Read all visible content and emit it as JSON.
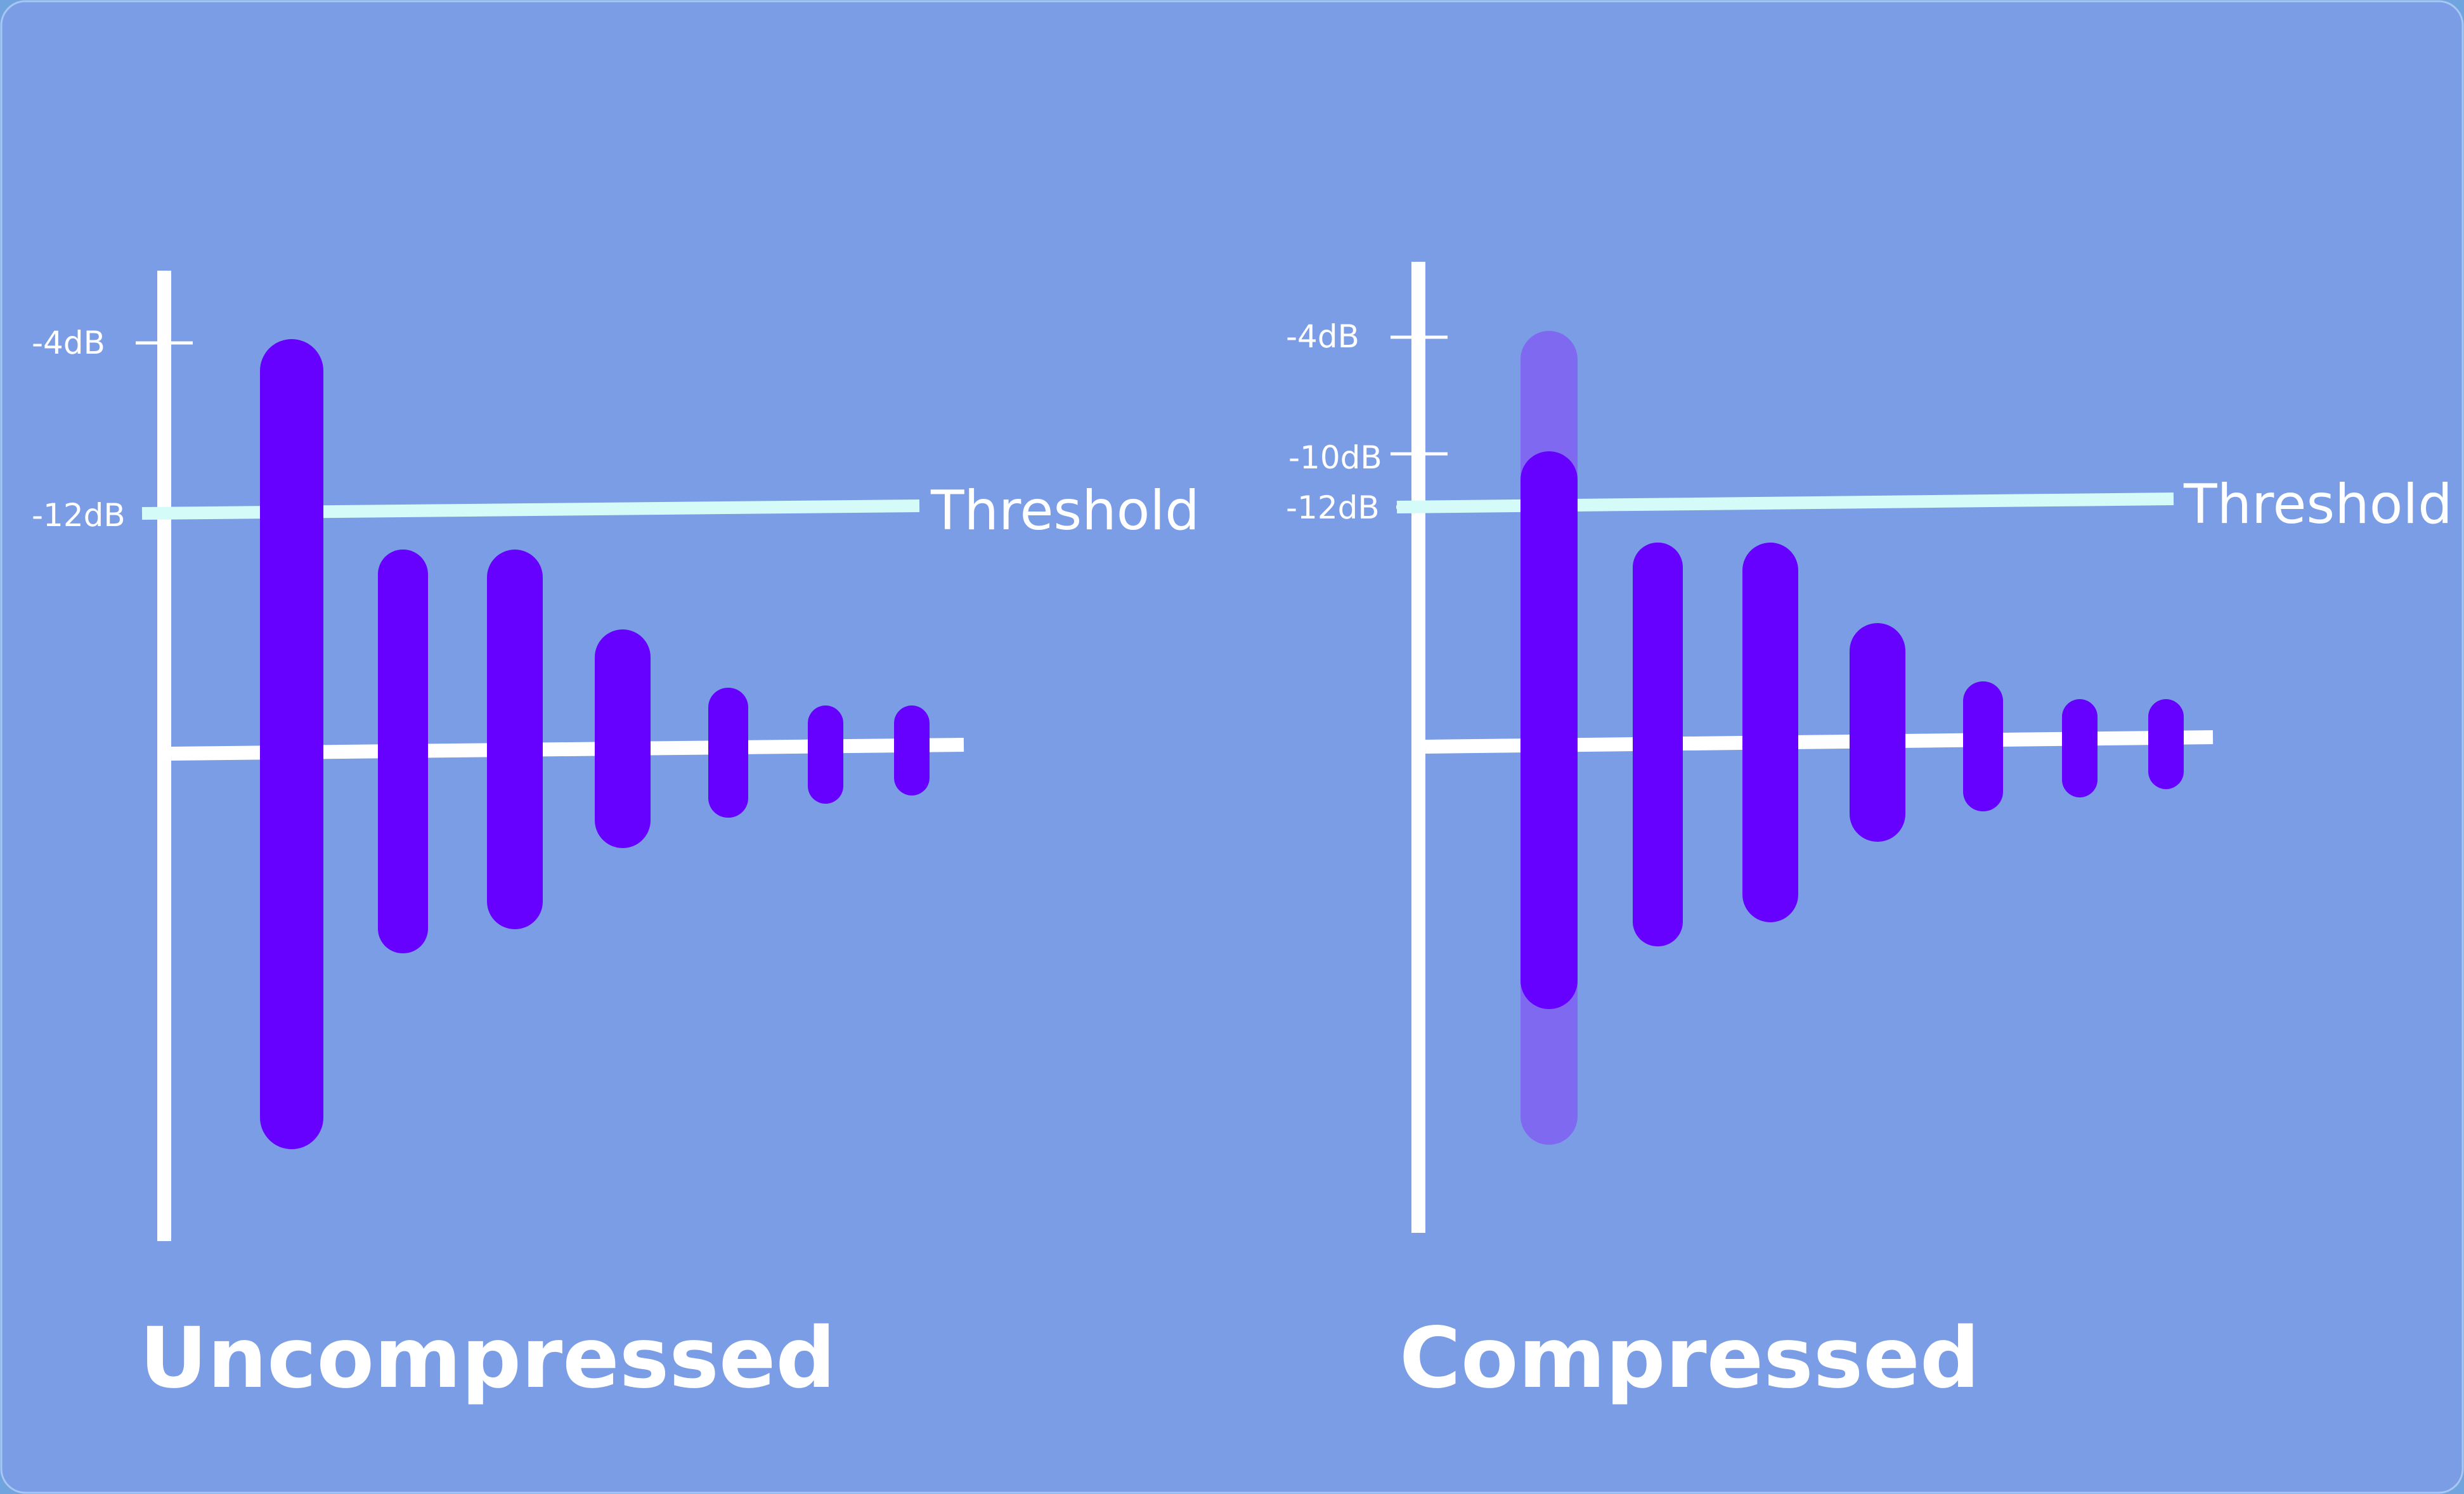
{
  "diagram": {
    "background": "#7b9de6",
    "bar_color": "#6600ff",
    "ghost_bar_color": "#7f66f0",
    "threshold_color": "#d5fbf8",
    "panels": [
      {
        "id": "uncompressed",
        "title": "Uncompressed",
        "threshold_label": "Threshold",
        "tick_labels": [
          "-4dB",
          "-12dB"
        ]
      },
      {
        "id": "compressed",
        "title": "Compressed",
        "threshold_label": "Threshold",
        "tick_labels": [
          "-4dB",
          "-10dB",
          "-12dB"
        ]
      }
    ]
  }
}
